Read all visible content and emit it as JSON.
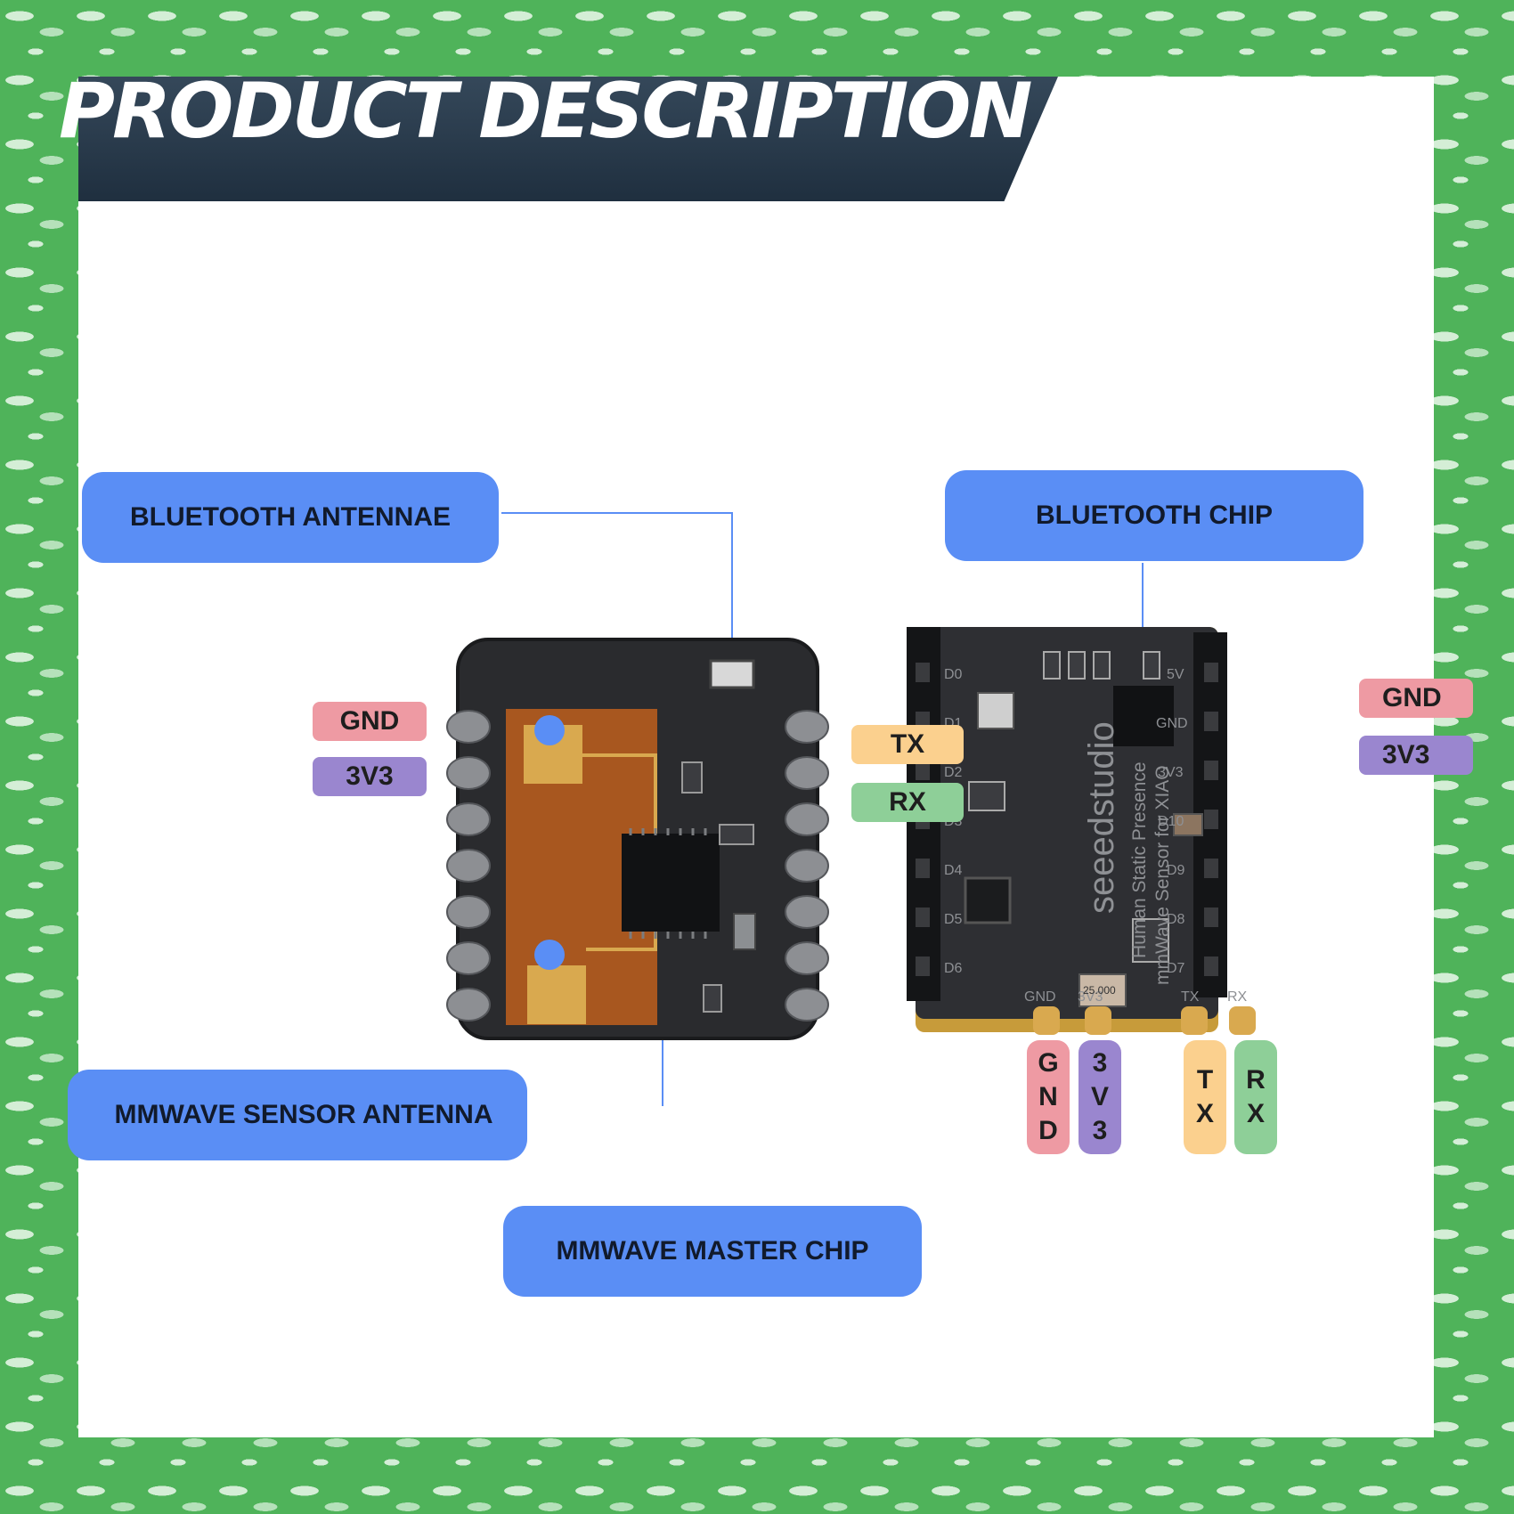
{
  "banner": {
    "title": "PRODUCT DESCRIPTION"
  },
  "callouts": {
    "bluetooth_antennae": "BLUETOOTH ANTENNAE",
    "bluetooth_chip": "BLUETOOTH CHIP",
    "mmwave_sensor_antenna": "MMWAVE SENSOR ANTENNA",
    "mmwave_master_chip": "MMWAVE MASTER CHIP"
  },
  "left_board_pins": {
    "gnd": "GND",
    "v33": "3V3"
  },
  "middle_pins": {
    "tx": "TX",
    "rx": "RX"
  },
  "right_edge_pins": {
    "gnd": "GND",
    "v33": "3V3"
  },
  "bottom_pins": {
    "gnd": [
      "G",
      "N",
      "D"
    ],
    "v33": [
      "3",
      "V",
      "3"
    ],
    "tx": [
      "T",
      "X"
    ],
    "rx": [
      "R",
      "X"
    ]
  },
  "board_silkscreen": {
    "brand": "seeedstudio",
    "line1": "Human Static Presence",
    "line2": "mmWave Sensor for XIAO",
    "pins_left": [
      "D0",
      "D1",
      "D2",
      "D3",
      "D4",
      "D5",
      "D6"
    ],
    "pins_right": [
      "5V",
      "GND",
      "3V3",
      "D10",
      "D9",
      "D8",
      "D7"
    ],
    "pins_bottom": [
      "GND",
      "3V3",
      "TX",
      "RX"
    ],
    "crystal": "25.000"
  },
  "colors": {
    "callout_blue": "#5a8ef5",
    "pin_pink": "#ee9aa3",
    "pin_purple": "#9a86cf",
    "pin_yellow": "#fbd08e",
    "pin_green": "#8ecf98",
    "banner_navy": "#26384a",
    "border_green": "#4fb35a"
  }
}
